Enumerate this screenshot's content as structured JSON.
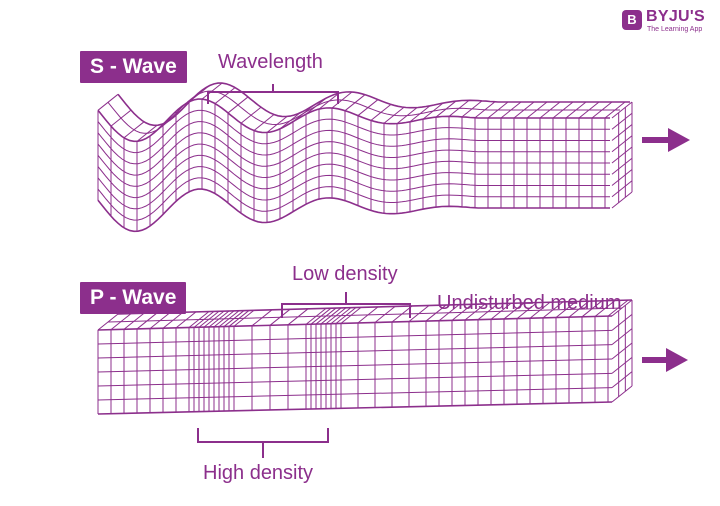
{
  "brand": {
    "name": "BYJU'S",
    "tagline": "The Learning App",
    "icon": "byjus-b-logo-icon"
  },
  "s_wave": {
    "title": "S - Wave",
    "wavelength_label": "Wavelength",
    "arrow_icon": "right-arrow-icon"
  },
  "p_wave": {
    "title": "P - Wave",
    "low_density_label": "Low density",
    "high_density_label": "High density",
    "undisturbed_label": "Undisturbed medium",
    "arrow_icon": "right-arrow-icon"
  },
  "colors": {
    "accent": "#8c2f8c",
    "background": "#ffffff"
  }
}
